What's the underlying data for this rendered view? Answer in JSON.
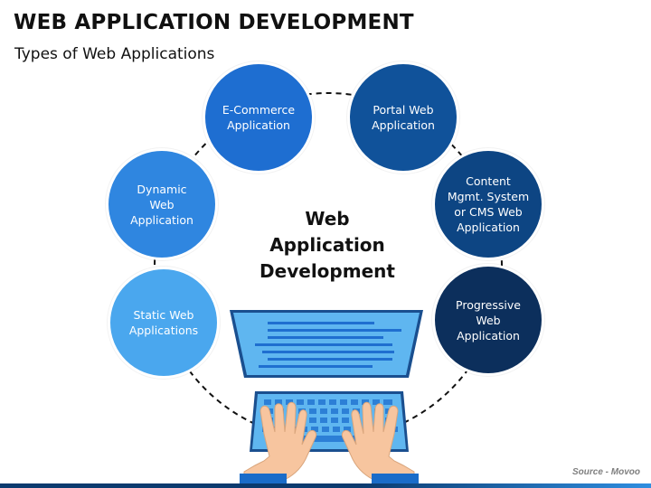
{
  "header": {
    "title": "WEB APPLICATION DEVELOPMENT",
    "subtitle": "Types of Web Applications"
  },
  "center": {
    "label": "Web\nApplication\nDevelopment"
  },
  "nodes": [
    {
      "id": "ecommerce",
      "label": "E-Commerce\nApplication",
      "color": "#1e6ed1"
    },
    {
      "id": "portal",
      "label": "Portal Web\nApplication",
      "color": "#10529a"
    },
    {
      "id": "cms",
      "label": "Content\nMgmt.  System\nor CMS Web\nApplication",
      "color": "#0d4583"
    },
    {
      "id": "progressive",
      "label": "Progressive\nWeb\nApplication",
      "color": "#0c2f5c"
    },
    {
      "id": "dynamic",
      "label": "Dynamic\nWeb\nApplication",
      "color": "#2f86e0"
    },
    {
      "id": "static",
      "label": "Static Web\nApplications",
      "color": "#4aa7ee"
    }
  ],
  "footer": {
    "source": "Source - Movoo"
  },
  "colors": {
    "screen": "#5fb6f0",
    "screen_lines": "#1f6fd0",
    "keyboard": "#5fb6f0",
    "hands": "#f7c59f"
  }
}
